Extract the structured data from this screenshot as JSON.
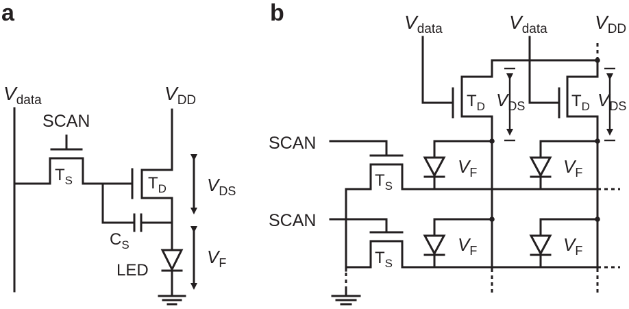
{
  "panels": {
    "a": "a",
    "b": "b"
  },
  "labels": {
    "V": "V",
    "data": "data",
    "DD": "DD",
    "DS": "DS",
    "F": "F",
    "S": "S",
    "D": "D",
    "T": "T",
    "C": "C",
    "SCAN": "SCAN",
    "LED": "LED"
  }
}
